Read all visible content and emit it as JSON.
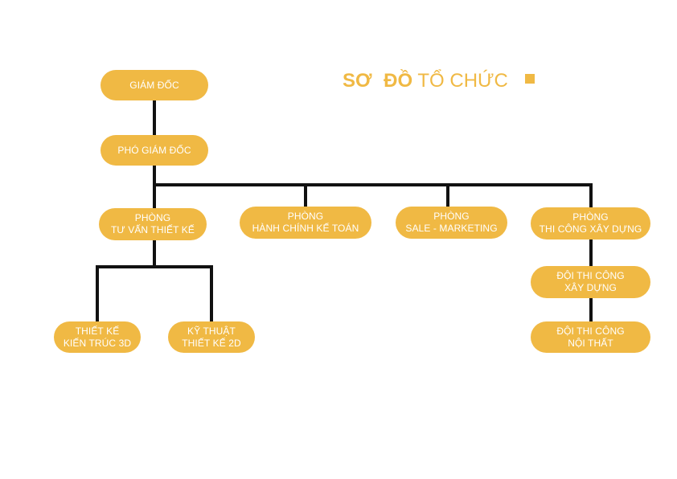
{
  "title": {
    "part_bold_1": "SƠ",
    "part_bold_2": "ĐỒ",
    "part_light": "TỔ CHỨC"
  },
  "colors": {
    "node_fill": "#f0b944",
    "node_text": "#ffffff",
    "connector": "#111111",
    "title": "#f0b944"
  },
  "nodes": {
    "giam_doc": [
      "GIÁM ĐỐC"
    ],
    "pho_giam_doc": [
      "PHÓ GIÁM ĐỐC"
    ],
    "tu_van": [
      "PHÒNG",
      "TƯ VẤN THIẾT KẾ"
    ],
    "hanh_chinh": [
      "PHÒNG",
      "HÀNH CHÍNH KẾ TOÁN"
    ],
    "sale": [
      "PHÒNG",
      "SALE - MARKETING"
    ],
    "thi_cong": [
      "PHÒNG",
      "THI CÔNG XÂY DỰNG"
    ],
    "kien_truc": [
      "THIẾT KẾ",
      "KIẾN TRÚC 3D"
    ],
    "ky_thuat": [
      "KỸ THUẬT",
      "THIẾT KẾ 2D"
    ],
    "doi_xay_dung": [
      "ĐỘI THI CÔNG",
      "XÂY DỰNG"
    ],
    "doi_noi_that": [
      "ĐỘI THI CÔNG",
      "NỘI THẤT"
    ]
  }
}
